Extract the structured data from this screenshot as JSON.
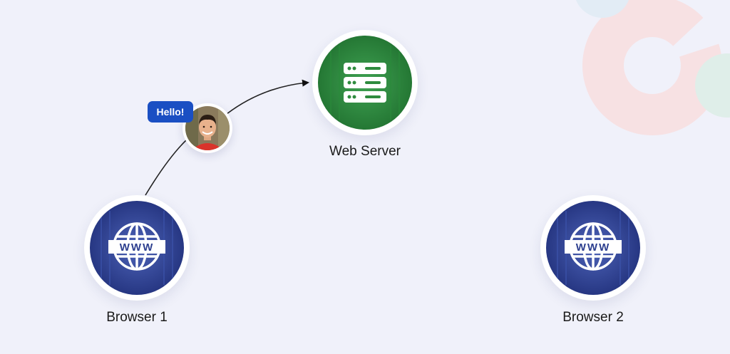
{
  "diagram": {
    "nodes": {
      "web_server": {
        "label": "Web Server",
        "icon": "server-icon",
        "color": "#2e8b3e"
      },
      "browser_1": {
        "label": "Browser 1",
        "icon": "globe-www-icon",
        "color": "#2d3f8f"
      },
      "browser_2": {
        "label": "Browser 2",
        "icon": "globe-www-icon",
        "color": "#2d3f8f"
      }
    },
    "message": {
      "text": "Hello!",
      "color": "#1a4fc3",
      "avatar_icon": "user-avatar-icon"
    },
    "edges": [
      {
        "from": "browser_1",
        "to": "web_server",
        "arrow": true
      }
    ],
    "globe_text": "WWW"
  }
}
